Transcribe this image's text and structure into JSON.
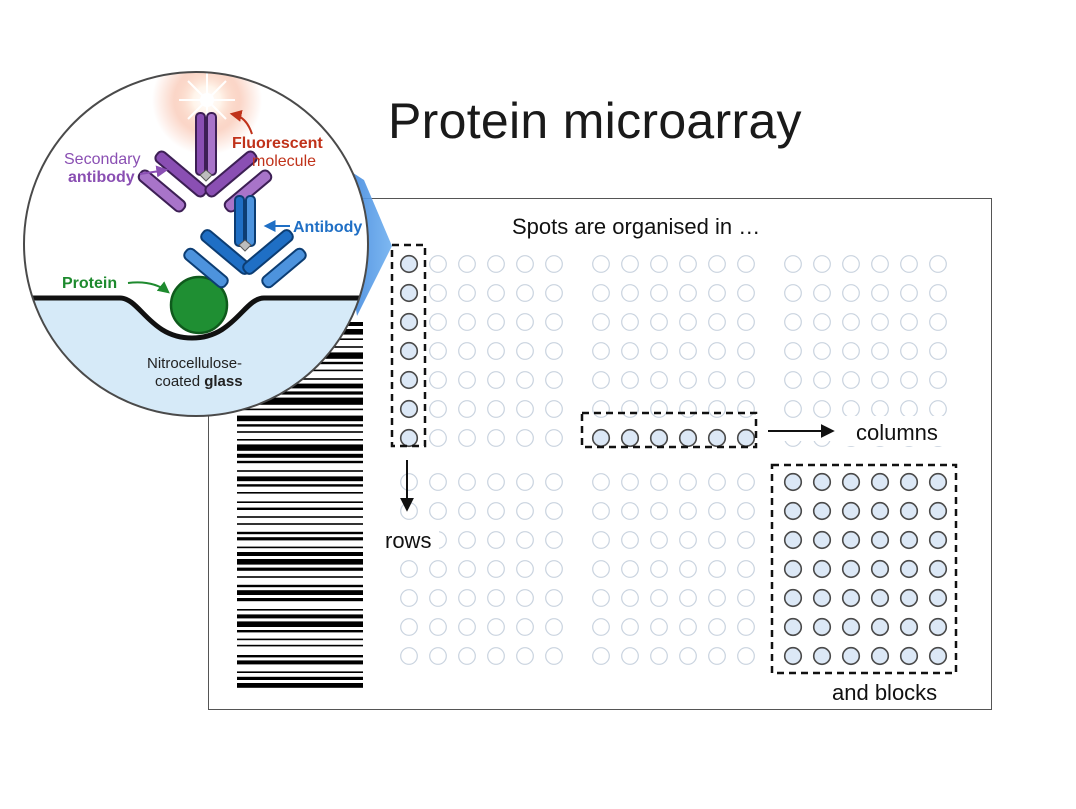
{
  "title": "Protein microarray",
  "caption": "Spots are organised in …",
  "labels": {
    "rows": "rows",
    "columns": "columns",
    "blocks": "and blocks"
  },
  "inset": {
    "fluorescent_line1": "Fluorescent",
    "fluorescent_line2": "molecule",
    "secondary_line1": "Secondary",
    "secondary_line2": "antibody",
    "antibody": "Antibody",
    "protein": "Protein",
    "surface_line1": "Nitrocellulose-",
    "surface_line2": "coated ",
    "surface_bold": "glass"
  },
  "array": {
    "blocks_across": 3,
    "blocks_down": 2,
    "rows_per_block": 7,
    "columns_per_block": 6
  },
  "highlights": {
    "row_example": "block 1, column 1",
    "column_example": "block 2, row 7",
    "block_example": "block 6"
  },
  "colors": {
    "title": "#1a1a1a",
    "spot_fill": "#ffffff",
    "spot_stroke": "#c9d3df",
    "spot_highlight_fill": "#dce8f6",
    "spot_highlight_stroke": "#4a4a4a",
    "fluorescent": "#c0321a",
    "secondary": "#8a4fb3",
    "antibody": "#1f6fc5",
    "protein": "#1e8a2e",
    "glass": "#d6eaf8",
    "callout": "#3f8be0"
  }
}
